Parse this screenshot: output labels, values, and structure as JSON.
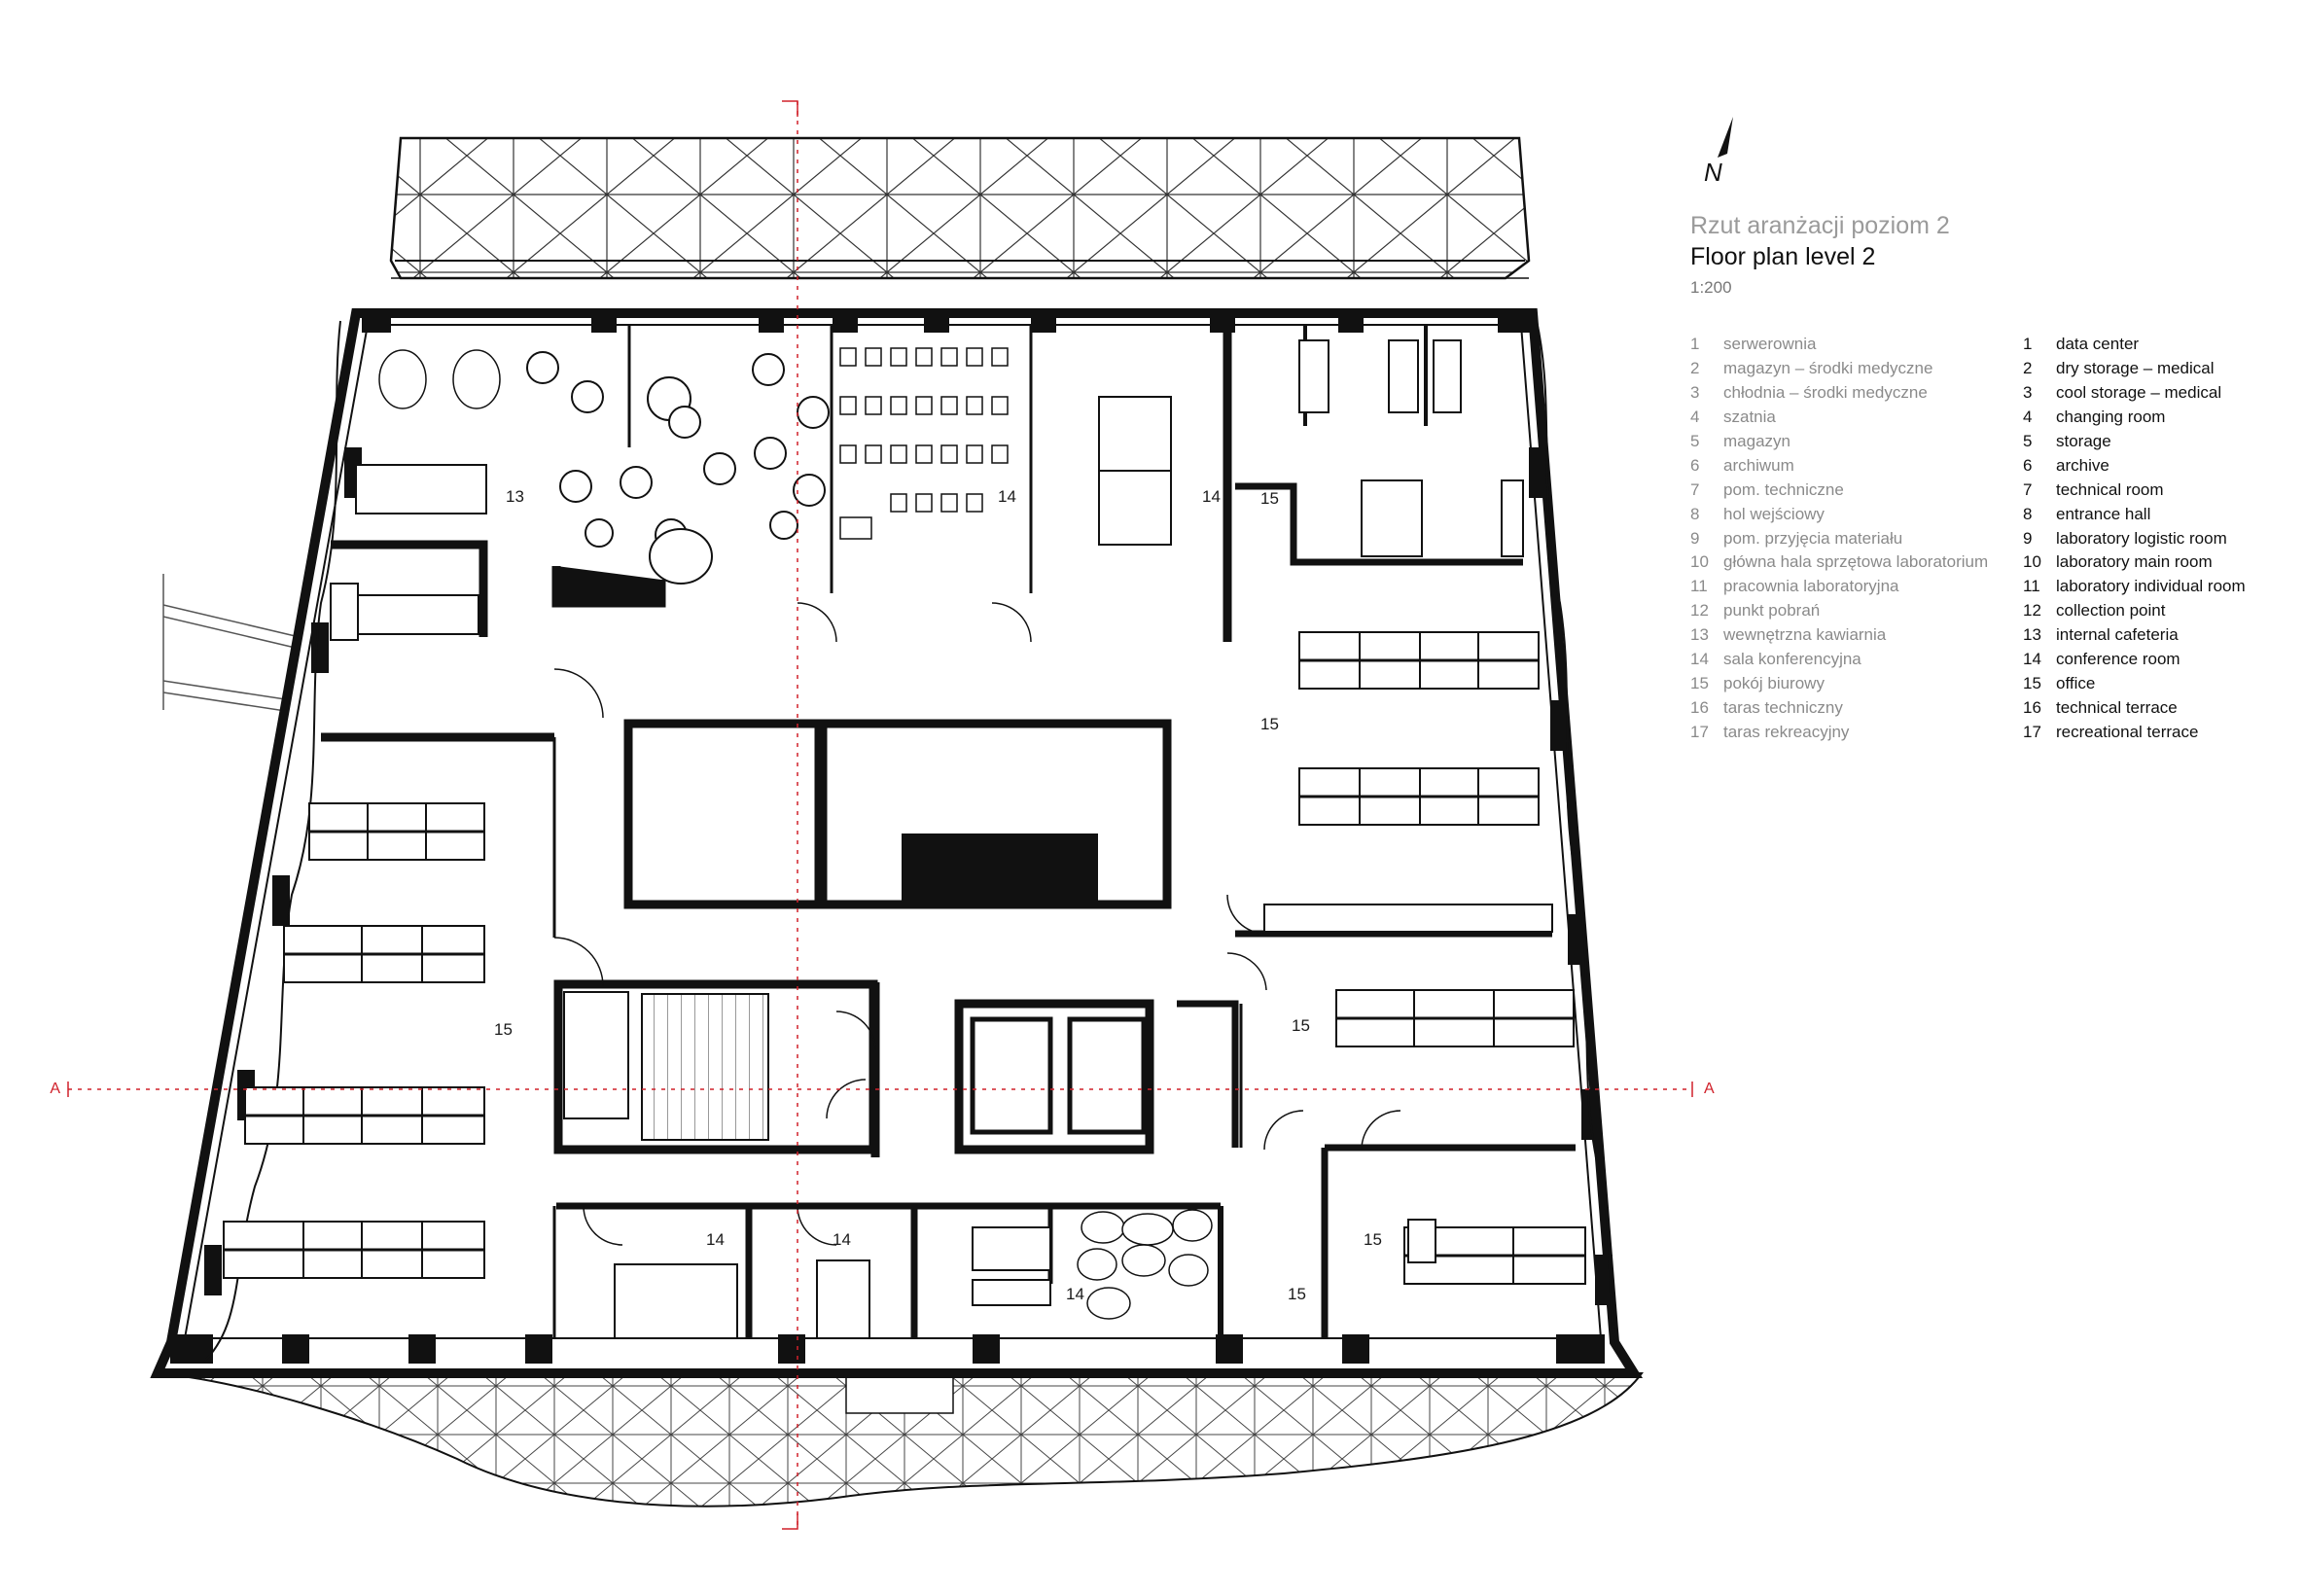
{
  "drawing": {
    "north_label": "N",
    "section_mark": "A",
    "title_pl": "Rzut aranżacji poziom 2",
    "title_en": "Floor plan level 2",
    "scale": "1:200"
  },
  "legend_pl": [
    {
      "num": "1",
      "label": "serwerownia"
    },
    {
      "num": "2",
      "label": "magazyn – środki medyczne"
    },
    {
      "num": "3",
      "label": "chłodnia – środki medyczne"
    },
    {
      "num": "4",
      "label": "szatnia"
    },
    {
      "num": "5",
      "label": "magazyn"
    },
    {
      "num": "6",
      "label": "archiwum"
    },
    {
      "num": "7",
      "label": "pom. techniczne"
    },
    {
      "num": "8",
      "label": "hol wejściowy"
    },
    {
      "num": "9",
      "label": "pom. przyjęcia materiału"
    },
    {
      "num": "10",
      "label": "główna hala sprzętowa laboratorium"
    },
    {
      "num": "11",
      "label": "pracownia laboratoryjna"
    },
    {
      "num": "12",
      "label": "punkt pobrań"
    },
    {
      "num": "13",
      "label": "wewnętrzna kawiarnia"
    },
    {
      "num": "14",
      "label": "sala konferencyjna"
    },
    {
      "num": "15",
      "label": "pokój biurowy"
    },
    {
      "num": "16",
      "label": "taras techniczny"
    },
    {
      "num": "17",
      "label": "taras rekreacyjny"
    }
  ],
  "legend_en": [
    {
      "num": "1",
      "label": "data center"
    },
    {
      "num": "2",
      "label": "dry storage – medical"
    },
    {
      "num": "3",
      "label": "cool storage – medical"
    },
    {
      "num": "4",
      "label": "changing room"
    },
    {
      "num": "5",
      "label": "storage"
    },
    {
      "num": "6",
      "label": "archive"
    },
    {
      "num": "7",
      "label": "technical room"
    },
    {
      "num": "8",
      "label": "entrance hall"
    },
    {
      "num": "9",
      "label": "laboratory logistic room"
    },
    {
      "num": "10",
      "label": "laboratory main room"
    },
    {
      "num": "11",
      "label": "laboratory individual room"
    },
    {
      "num": "12",
      "label": "collection point"
    },
    {
      "num": "13",
      "label": "internal cafeteria"
    },
    {
      "num": "14",
      "label": "conference room"
    },
    {
      "num": "15",
      "label": "office"
    },
    {
      "num": "16",
      "label": "technical terrace"
    },
    {
      "num": "17",
      "label": "recreational terrace"
    }
  ],
  "rooms": {
    "cafeteria": "13",
    "conf_top_left": "14",
    "conf_top_right": "14",
    "office_ne_top": "15",
    "office_ne_mid": "15",
    "office_west": "15",
    "office_east_mid": "15",
    "conf_bottom_1": "14",
    "conf_bottom_2": "14",
    "conf_bottom_3": "14",
    "office_bottom_small": "15",
    "office_se": "15"
  }
}
